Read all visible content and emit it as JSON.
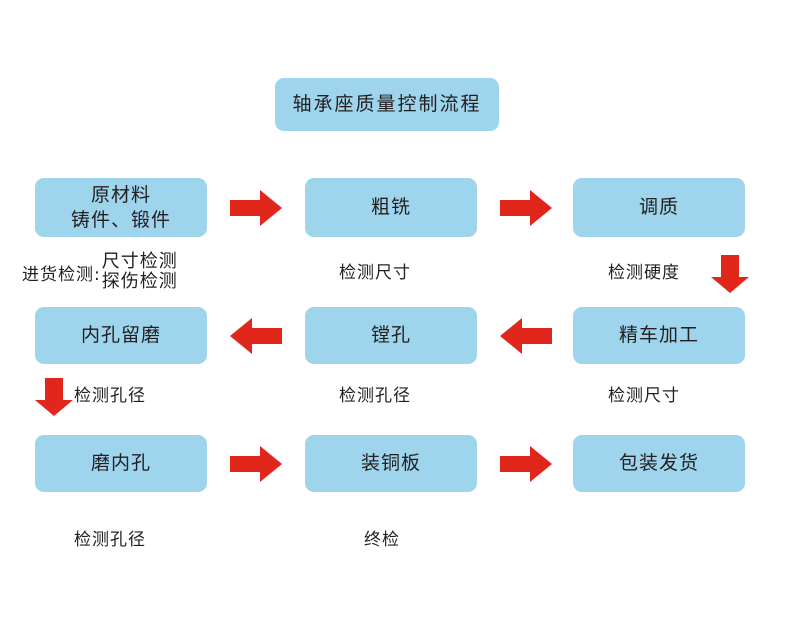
{
  "page": {
    "background_color": "#ffffff",
    "box_color": "#9ED4EC",
    "arrow_color": "#E1261C",
    "text_color": "#231f20"
  },
  "title": {
    "label": "轴承座质量控制流程"
  },
  "rows": [
    {
      "row_id": "row-1",
      "flow_direction": "left-to-right",
      "boxes": [
        {
          "id": "raw-material",
          "line1": "原材料",
          "line2": "铸件、锻件"
        },
        {
          "id": "rough-milling",
          "line1": "粗铣",
          "line2": ""
        },
        {
          "id": "quench-temper",
          "line1": "调质",
          "line2": ""
        }
      ],
      "captions": [
        {
          "id": "incoming-inspection",
          "prefix": "进货检测:",
          "line1": "尺寸检测",
          "line2": "探伤检测"
        },
        {
          "id": "check-dimension-1",
          "label": "检测尺寸"
        },
        {
          "id": "check-hardness",
          "label": "检测硬度"
        }
      ]
    },
    {
      "row_id": "row-2",
      "flow_direction": "right-to-left",
      "boxes": [
        {
          "id": "bore-reserve-grind",
          "line1": "内孔留磨",
          "line2": ""
        },
        {
          "id": "boring",
          "line1": "镗孔",
          "line2": ""
        },
        {
          "id": "finish-turning",
          "line1": "精车加工",
          "line2": ""
        }
      ],
      "captions": [
        {
          "id": "check-bore-diameter-1",
          "label": "检测孔径"
        },
        {
          "id": "check-bore-diameter-2",
          "label": "检测孔径"
        },
        {
          "id": "check-dimension-2",
          "label": "检测尺寸"
        }
      ]
    },
    {
      "row_id": "row-3",
      "flow_direction": "left-to-right",
      "boxes": [
        {
          "id": "grind-bore",
          "line1": "磨内孔",
          "line2": ""
        },
        {
          "id": "mount-copper-plate",
          "line1": "装铜板",
          "line2": ""
        },
        {
          "id": "pack-and-ship",
          "line1": "包装发货",
          "line2": ""
        }
      ],
      "captions": [
        {
          "id": "check-bore-diameter-3",
          "label": "检测孔径"
        },
        {
          "id": "final-inspection",
          "label": "终检"
        }
      ]
    }
  ],
  "arrows": [
    {
      "id": "arrow-r1-1",
      "direction": "right"
    },
    {
      "id": "arrow-r1-2",
      "direction": "right"
    },
    {
      "id": "arrow-down-right",
      "direction": "down"
    },
    {
      "id": "arrow-r2-1",
      "direction": "left"
    },
    {
      "id": "arrow-r2-2",
      "direction": "left"
    },
    {
      "id": "arrow-down-left",
      "direction": "down"
    },
    {
      "id": "arrow-r3-1",
      "direction": "right"
    },
    {
      "id": "arrow-r3-2",
      "direction": "right"
    }
  ]
}
